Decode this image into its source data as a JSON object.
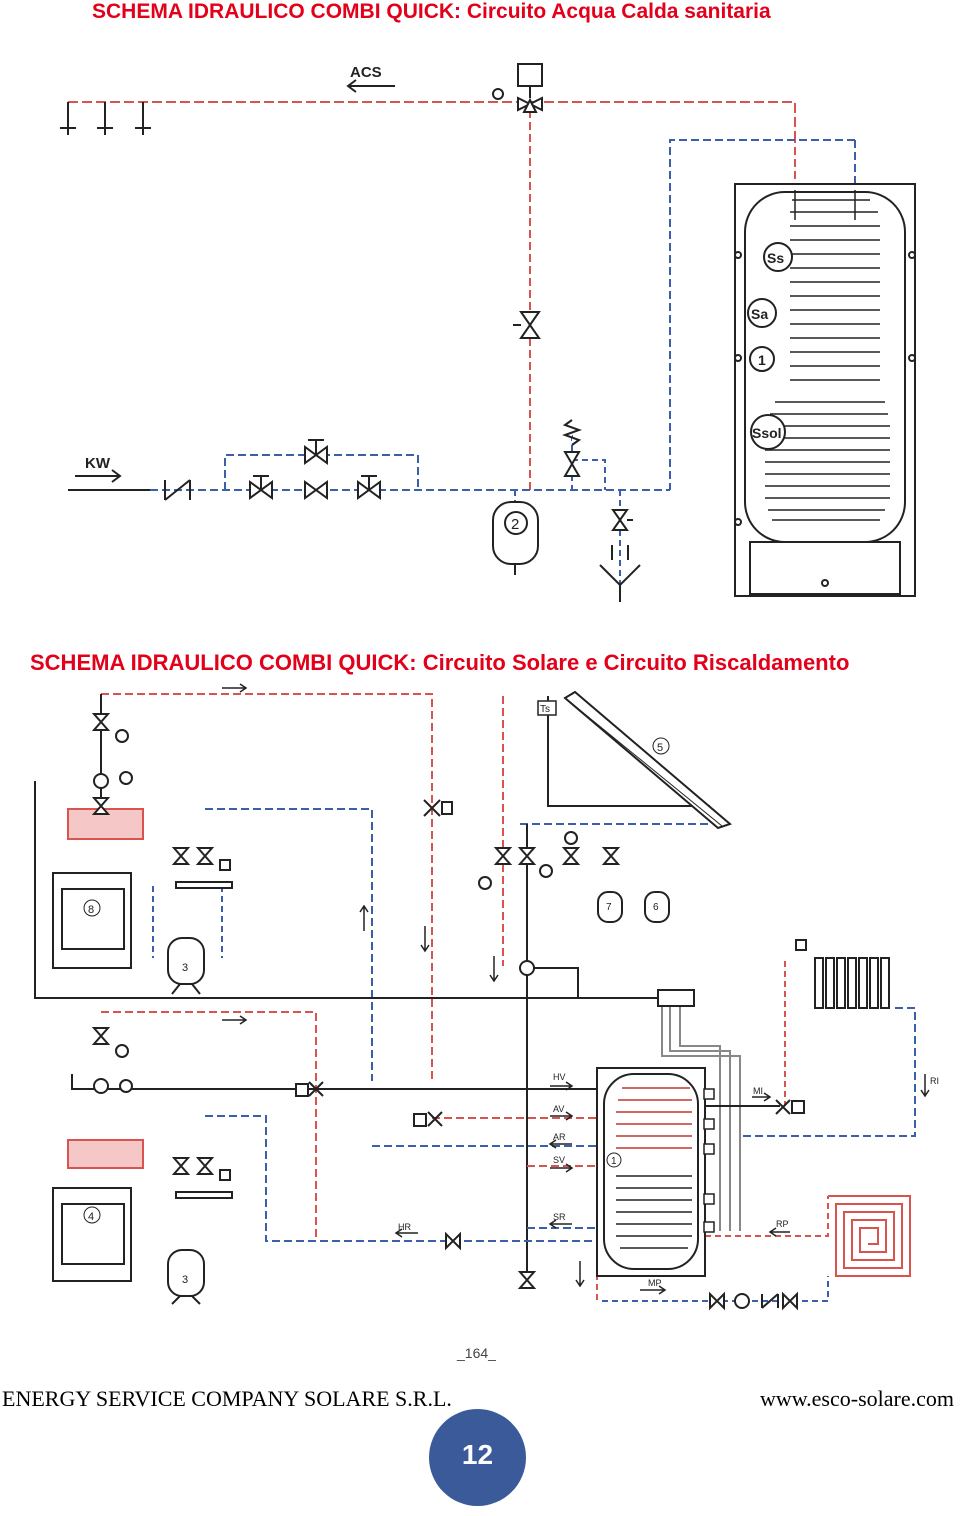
{
  "titles": {
    "top": "SCHEMA IDRAULICO COMBI QUICK: Circuito Acqua Calda sanitaria",
    "middle": "SCHEMA IDRAULICO COMBI QUICK: Circuito Solare e  Circuito Riscaldamento"
  },
  "diagram_top": {
    "labels": {
      "acs": "ACS",
      "kw": "KW"
    },
    "sensors": [
      "Ss",
      "Sa",
      "1",
      "Ssol"
    ],
    "vessel_number": "2"
  },
  "diagram_bottom": {
    "labels": {
      "hv": "HV",
      "av": "AV",
      "ar": "AR",
      "sv": "SV",
      "sr": "SR",
      "hr": "HR",
      "mp": "MP",
      "mi": "MI",
      "rp": "RP",
      "ri": "RI",
      "ts": "Ts"
    },
    "numbers": {
      "collector": "5",
      "boiler_top": "8",
      "boiler_bottom": "4",
      "vessel_a": "3",
      "vessel_b": "3",
      "solar_vessel_a": "7",
      "solar_vessel_b": "6",
      "tank_sensor": "1"
    },
    "drawing_number": "_164_"
  },
  "footer": {
    "company": "ENERGY SERVICE COMPANY SOLARE S.R.L.",
    "website": "www.esco-solare.com",
    "page_number": "12"
  },
  "colors": {
    "title": "#e3001b",
    "hot_pipe": "#d9534f",
    "cold_pipe": "#3b5fa8",
    "page_badge": "#3a5a9a"
  }
}
